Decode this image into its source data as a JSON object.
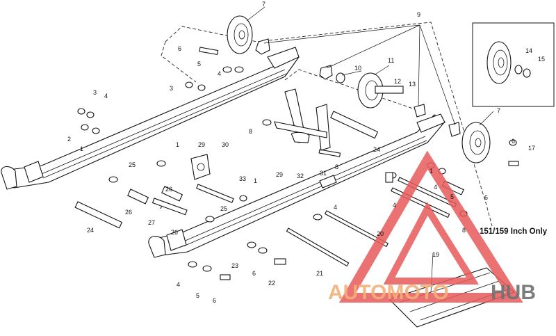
{
  "diagram": {
    "note": "151/159 Inch Only",
    "callouts": {
      "c1": "1",
      "c1b": "1",
      "c1c": "1",
      "c1d": "1",
      "c2": "2",
      "c3": "3",
      "c3b": "3",
      "c4": "4",
      "c4b": "4",
      "c4c": "4",
      "c4d": "4",
      "c4e": "4",
      "c4f": "4",
      "c5": "5",
      "c5b": "5",
      "c5c": "5",
      "c6": "6",
      "c6b": "6",
      "c6c": "6",
      "c6d": "6",
      "c6e": "6",
      "c7": "7",
      "c7b": "7",
      "c8": "8",
      "c8b": "8",
      "c8c": "8",
      "c9": "9",
      "c10": "10",
      "c11": "11",
      "c12": "12",
      "c13": "13",
      "c14": "14",
      "c15": "15",
      "c17": "17",
      "c19": "19",
      "c20": "20",
      "c21": "21",
      "c22": "22",
      "c23": "23",
      "c24": "24",
      "c24b": "24",
      "c25": "25",
      "c25b": "25",
      "c26": "26",
      "c26b": "26",
      "c26c": "26",
      "c27": "27",
      "c29": "29",
      "c29b": "29",
      "c30": "30",
      "c31": "31",
      "c32": "32",
      "c33": "33"
    }
  },
  "watermark": {
    "brand_first": "AUTOMOTO",
    "brand_second": "HUB",
    "accent_color": "#e85a5a",
    "brand_orange": "#f2b078",
    "brand_gray": "#707070"
  }
}
